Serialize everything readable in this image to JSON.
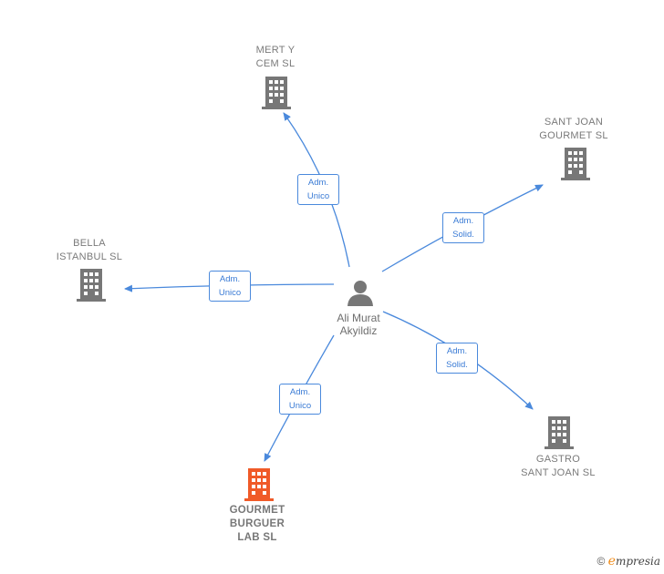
{
  "center": {
    "name": "Ali Murat\nAkyildiz",
    "icon": "person-icon"
  },
  "companies": [
    {
      "id": "mert",
      "name": "MERT Y\nCEM SL",
      "color": "#777777",
      "highlight": false
    },
    {
      "id": "santjoan",
      "name": "SANT JOAN\nGOURMET  SL",
      "color": "#777777",
      "highlight": false
    },
    {
      "id": "bella",
      "name": "BELLA\nISTANBUL  SL",
      "color": "#777777",
      "highlight": false
    },
    {
      "id": "gastro",
      "name": "GASTRO\nSANT JOAN  SL",
      "color": "#777777",
      "highlight": false
    },
    {
      "id": "gourmet",
      "name": "GOURMET\nBURGUER\nLAB  SL",
      "color": "#f05a28",
      "highlight": true
    }
  ],
  "edges": [
    {
      "to": "mert",
      "label": "Adm.\nUnico"
    },
    {
      "to": "santjoan",
      "label": "Adm.\nSolid."
    },
    {
      "to": "bella",
      "label": "Adm.\nUnico"
    },
    {
      "to": "gastro",
      "label": "Adm.\nSolid."
    },
    {
      "to": "gourmet",
      "label": "Adm.\nUnico"
    }
  ],
  "edge_color": "#4a89dc",
  "footer": {
    "copyright": "©",
    "brand_e": "e",
    "brand_rest": "mpresia"
  }
}
